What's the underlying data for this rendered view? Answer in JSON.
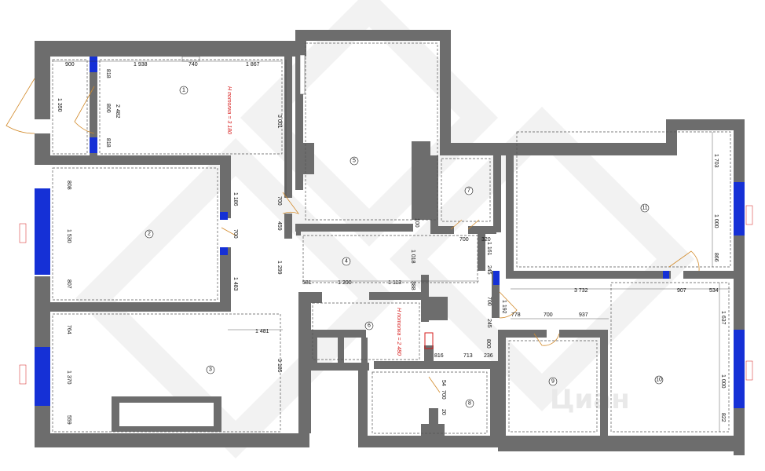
{
  "colors": {
    "wall": "#6d6d6d",
    "window": "#1530d6",
    "dash": "#555555",
    "accent": "#d61b1b",
    "watermark": "#ececec"
  },
  "watermark": "Циан",
  "ceiling_notes": [
    {
      "id": "ceil-1",
      "text": "H потолка = 3 180"
    },
    {
      "id": "ceil-2",
      "text": "H потолка = 2 480"
    }
  ],
  "rooms": [
    "1",
    "2",
    "3",
    "4",
    "5",
    "6",
    "7",
    "8",
    "9",
    "10",
    "11"
  ],
  "dimensions": [
    "900",
    "1 938",
    "740",
    "1 867",
    "818",
    "800",
    "818",
    "2 482",
    "1 350",
    "3 001",
    "700",
    "459",
    "1 299",
    "3 185",
    "808",
    "1 530",
    "807",
    "1 186",
    "700",
    "1 483",
    "764",
    "1 370",
    "559",
    "1 481",
    "581",
    "1 200",
    "1 113",
    "388",
    "1 018",
    "700",
    "320",
    "1 161",
    "245",
    "700",
    "245",
    "100",
    "1 192",
    "778",
    "700",
    "937",
    "3 732",
    "907",
    "534",
    "1 703",
    "1 000",
    "866",
    "1 637",
    "1 000",
    "822",
    "816",
    "713",
    "236",
    "800",
    "54",
    "700",
    "20"
  ]
}
